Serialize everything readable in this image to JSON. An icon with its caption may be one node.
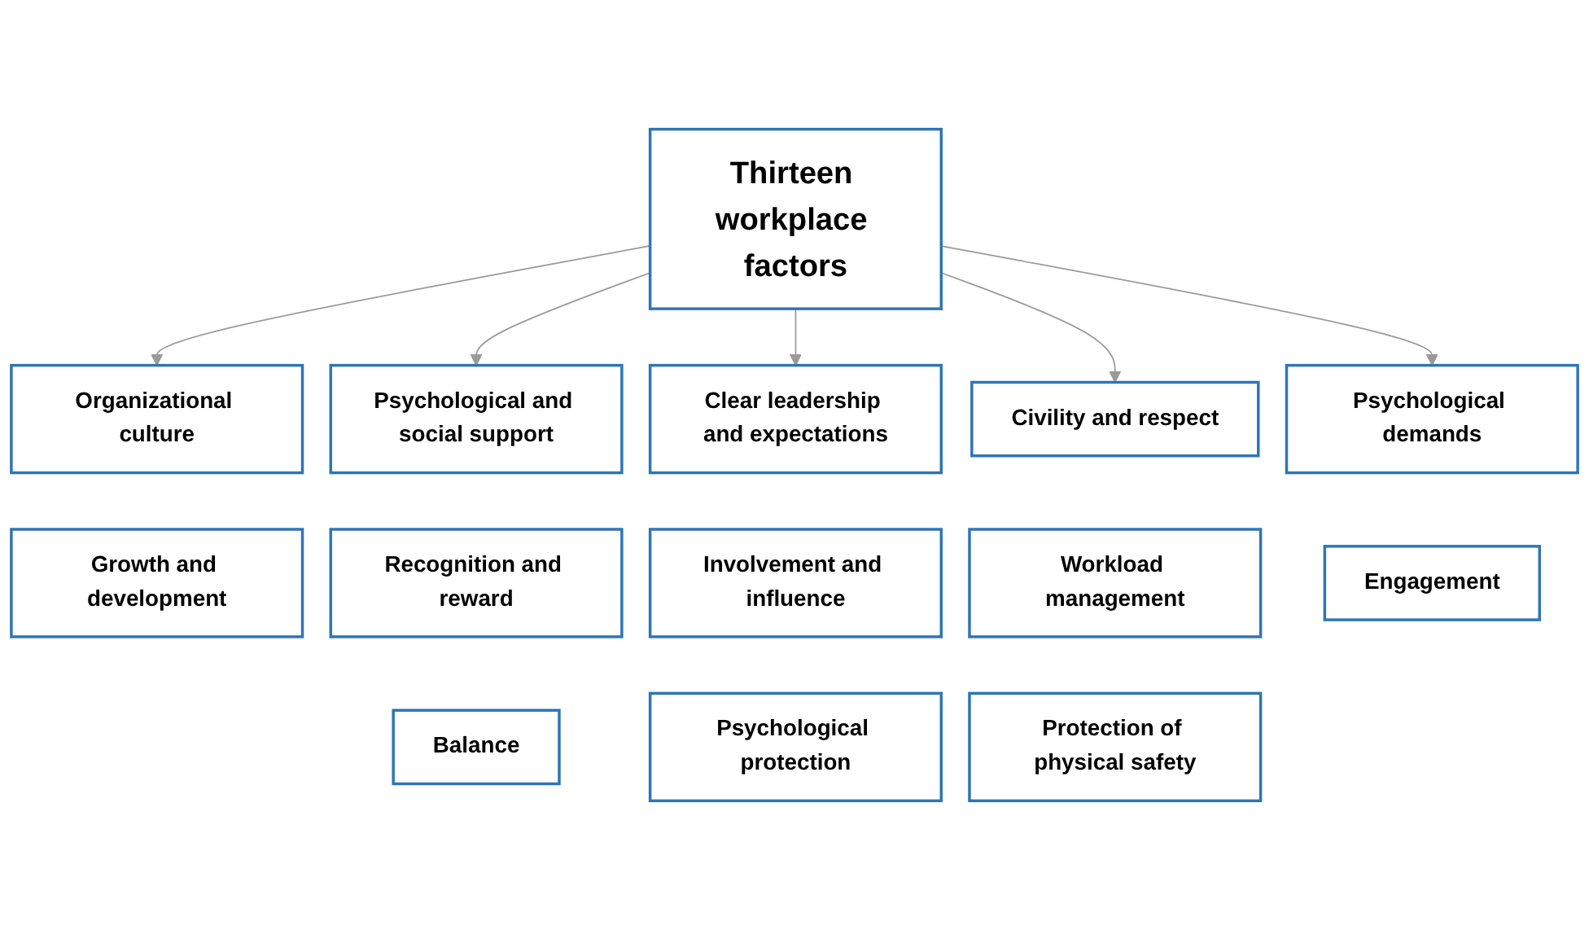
{
  "diagram": {
    "nodes": [
      {
        "text": [
          "Thirteen workplace factors"
        ]
      },
      {
        "text": [
          "Organizational culture"
        ]
      },
      {
        "text": [
          "Psychological and social support"
        ]
      },
      {
        "text": [
          "Clear leadership and expectations"
        ]
      },
      {
        "text": [
          "Civility and respect"
        ]
      },
      {
        "text": [
          "Psychological demands"
        ]
      },
      {
        "text": [
          "Growth and development"
        ]
      },
      {
        "text": [
          "Recognition and reward"
        ]
      },
      {
        "text": [
          "Involvement and influence"
        ]
      },
      {
        "text": [
          "Workload management"
        ]
      },
      {
        "text": [
          "Engagement"
        ]
      },
      {
        "text": [
          "Balance"
        ]
      },
      {
        "text": [
          "Psychological protection"
        ]
      },
      {
        "text": [
          "Protection of physical safety"
        ]
      }
    ],
    "edges": [
      {
        "from": 0,
        "to": 1,
        "arrow": "to",
        "color": "#9a9a9a"
      },
      {
        "from": 0,
        "to": 2,
        "arrow": "to",
        "color": "#9a9a9a"
      },
      {
        "from": 0,
        "to": 3,
        "arrow": "to",
        "color": "#9a9a9a"
      },
      {
        "from": 0,
        "to": 4,
        "arrow": "to",
        "color": "#9a9a9a"
      },
      {
        "from": 0,
        "to": 5,
        "arrow": "to",
        "color": "#9a9a9a"
      }
    ]
  }
}
